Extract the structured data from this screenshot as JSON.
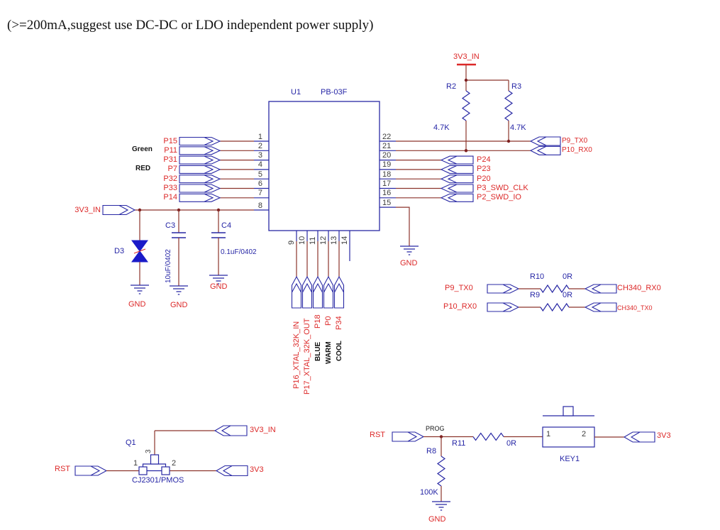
{
  "note": "(>=200mA,suggest use DC-DC or LDO independent power supply)",
  "colors": {
    "wire": "#8c342c",
    "symbol": "#2828a4",
    "net_label": "#dc2828",
    "junction": "#7d1f1f",
    "diode_fill": "#1a1ac8"
  },
  "ic": {
    "ref": "U1",
    "part": "PB-03F",
    "left": {
      "pins": [
        "1",
        "2",
        "3",
        "4",
        "5",
        "6",
        "7",
        "8"
      ],
      "ports": [
        "P15",
        "P11",
        "P31",
        "P7",
        "P32",
        "P33",
        "P14"
      ]
    },
    "right": {
      "pins": [
        "22",
        "21",
        "20",
        "19",
        "18",
        "17",
        "16",
        "15"
      ],
      "ports": [
        "P24",
        "P23",
        "P20",
        "P3_SWD_CLK",
        "P2_SWD_IO"
      ],
      "far_ports": [
        "P9_TX0",
        "P10_RX0"
      ]
    },
    "bottom": {
      "pins": [
        "9",
        "10",
        "11",
        "12",
        "13",
        "14"
      ],
      "ports": [
        "P16_XTAL_32K_IN",
        "P17_XTAL_32K_OUT",
        "P18",
        "P0",
        "P34"
      ],
      "notes": [
        "BLUE",
        "WARM",
        "COOL"
      ]
    }
  },
  "annotations": {
    "green": "Green",
    "red": "RED"
  },
  "pullups": {
    "rail": "3V3_IN",
    "r2": "R2",
    "r2_value": "4.7K",
    "r3": "R3",
    "r3_value": "4.7K"
  },
  "power_input": {
    "port": "3V3_IN",
    "d3": "D3",
    "c3": "C3",
    "c3_value": "10uF/0402",
    "c4": "C4",
    "c4_value": "0.1uF/0402"
  },
  "gnd": {
    "d3": "GND",
    "c3": "GND",
    "c4": "GND",
    "pin15": "GND",
    "r8": "GND"
  },
  "uart": {
    "row1": {
      "from": "P9_TX0",
      "ref": "R10",
      "value": "0R",
      "to": "CH340_RX0"
    },
    "row2": {
      "from": "P10_RX0",
      "ref": "R9",
      "value": "0R",
      "to": "CH340_TX0"
    }
  },
  "reset_switch": {
    "ref": "Q1",
    "part": "CJ2301/PMOS",
    "pin1": "1",
    "pin2": "2",
    "pin3": "3",
    "rst": "RST",
    "v3v3_in": "3V3_IN",
    "v3v3": "3V3"
  },
  "prog_key": {
    "rst": "RST",
    "net": "PROG",
    "r8": "R8",
    "r8_value": "100K",
    "r11": "R11",
    "r11_value": "0R",
    "key": "KEY1",
    "pin1": "1",
    "pin2": "2",
    "v3v3": "3V3"
  }
}
